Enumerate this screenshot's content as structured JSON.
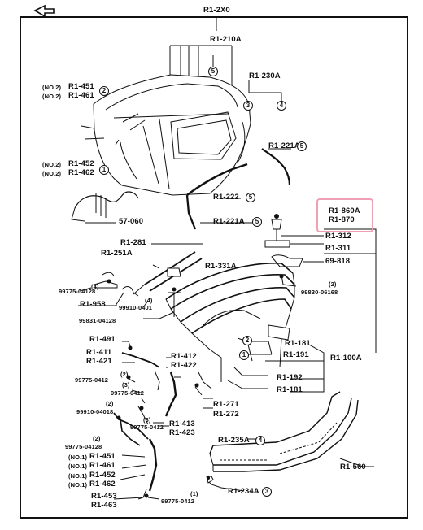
{
  "diagram": {
    "header_code": "R1-2X0",
    "labels": {
      "l_210a": "R1-210A",
      "l_230a": "R1-230A",
      "l_451": "R1-451",
      "l_461": "R1-461",
      "l_452": "R1-452",
      "l_462": "R1-462",
      "l_221a_top": "R1-221A",
      "l_222": "R1-222",
      "l_221a_mid": "R1-221A",
      "l_57060": "57-060",
      "l_860a": "R1-860A",
      "l_870": "R1-870",
      "l_312": "R1-312",
      "l_311": "R1-311",
      "l_69818": "69-818",
      "l_281": "R1-281",
      "l_251a": "R1-251A",
      "l_331a": "R1-331A",
      "l_9977504128": "99775-04128",
      "l_958": "R1-958",
      "l_9991004011": "99910-0401",
      "l_9983104128": "99831-04128",
      "l_9983006168": "99830-06168",
      "l_181a": "R1-181",
      "l_191": "R1-191",
      "l_100a": "R1-100A",
      "l_491": "R1-491",
      "l_411": "R1-411",
      "l_421": "R1-421",
      "l_412": "R1-412",
      "l_422": "R1-422",
      "l_99775_0412_a": "99775-0412",
      "l_99775_0412_b": "99775-0412",
      "l_192": "R1-192",
      "l_181b": "R1-181",
      "l_271": "R1-271",
      "l_272": "R1-272",
      "l_99910_04018": "99910-04018",
      "l_99775_0412_c": "99775-0412",
      "l_413": "R1-413",
      "l_423": "R1-423",
      "l_99775_04128b": "99775-04128",
      "l_451b": "R1-451",
      "l_461b": "R1-461",
      "l_452b": "R1-452",
      "l_462b": "R1-462",
      "l_453": "R1-453",
      "l_463": "R1-463",
      "l_99775_0412_d": "99775-0412",
      "l_235a": "R1-235A",
      "l_560": "R1-560",
      "l_234a": "R1-234A"
    },
    "qualifiers": {
      "q_no2_a": "(NO.2)",
      "q_no2_b": "(NO.2)",
      "q_no2_c": "(NO.2)",
      "q_no2_d": "(NO.2)",
      "q_no1_a": "(NO.1)",
      "q_no1_b": "(NO.1)",
      "q_no1_c": "(NO.1)",
      "q_no1_d": "(NO.1)"
    },
    "callouts": {
      "c_5_a": "5",
      "c_3": "3",
      "c_4": "4",
      "c_2_top": "2",
      "c_1_top": "1",
      "c_5_b": "5",
      "c_5_c": "5",
      "c_5_d": "5",
      "c_2_mid": "2",
      "c_1_mid": "1",
      "c_4_bot": "4",
      "c_3_bot": "3"
    },
    "small_refs": {
      "s4a": "(4)",
      "s4b": "(4)",
      "s2a": "(2)",
      "s2b": "(2)",
      "s3a": "(3)",
      "s2c": "(2)",
      "s3b": "(3)",
      "s2d": "(2)",
      "s1a": "(1)"
    },
    "highlight_color": "#f0a0b4"
  }
}
